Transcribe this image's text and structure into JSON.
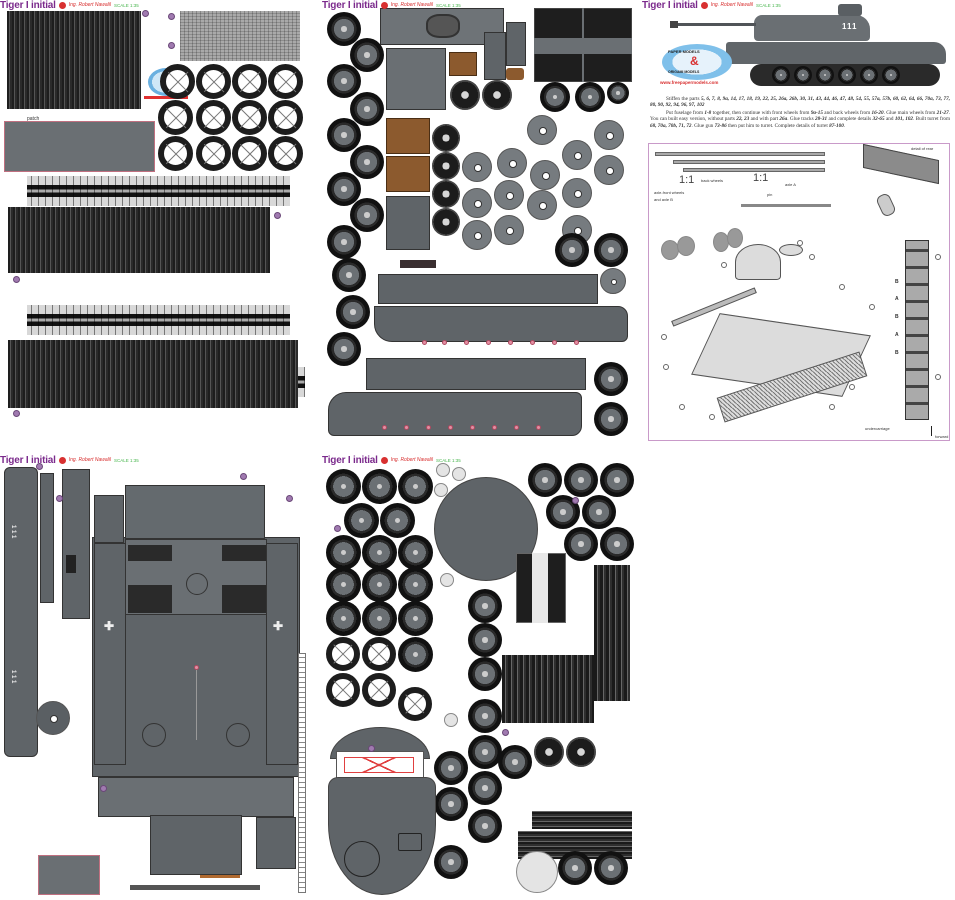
{
  "sheets": [
    {
      "id": "sheet-1",
      "title": "Tiger I initial",
      "author": "Ing. Robert Nawalil",
      "scale": "SCALE 1:35",
      "labels": {
        "patch": "patch"
      }
    },
    {
      "id": "sheet-2",
      "title": "Tiger I initial",
      "author": "Ing. Robert Nawalil",
      "scale": "SCALE 1:35"
    },
    {
      "id": "sheet-3",
      "title": "Tiger I initial",
      "author": "Ing. Robert Nawalil",
      "scale": "SCALE 1:35",
      "tank_number": "111",
      "logo_text": {
        "line1": "PAPER MODELS",
        "line2": "&",
        "line3": "ORIGAMI MODELS",
        "url": "www.freepapermodels.com"
      },
      "instructions": {
        "p1_prefix": "Stiffen the parts",
        "p1_parts": "5, 6, 7, 8, 9a, 14, 17, 18, 19, 22, 25, 26a, 26b, 30, 31, 43, 44, 46, 47, 48, 54, 55, 57a, 57b, 60, 62, 64, 66, 70a, 73, 77, 80, 90, 92, 94, 96, 97, 102",
        "p2": "Put fuselage from",
        "p2_a": "1-8",
        "p2_b": "together, then continue with front wheels from",
        "p2_c": "9a-15",
        "p2_d": "and back wheels from",
        "p2_e": "16-20",
        "p2_f": ". Glue main wheels from",
        "p2_g": "21-27",
        "p2_h": ". You can built easy version, without parts",
        "p2_i": "22, 23",
        "p2_j": "and with part",
        "p2_k": "26a",
        "p2_l": ". Glue tracks",
        "p2_m": "28-31",
        "p2_n": "and complete details",
        "p2_o": "32-65",
        "p2_p": "and",
        "p2_q": "101, 102",
        "p2_r": ". Built turret from",
        "p2_s": "68, 70a, 70b, 71, 72",
        "p2_t": ". Glue gun",
        "p2_u": "73-86",
        "p2_v": "then put him to turret. Complete details of turret",
        "p2_w": "87-100",
        "p2_x": "."
      },
      "diagram": {
        "ratio_left": "1:1",
        "ratio_right": "1:1",
        "label_back_wheels": "back wheels",
        "label_axle_a": "axle A",
        "label_axle_front": "axle-front wheels",
        "label_axle_b": "and axle B",
        "label_pin": "pin",
        "label_detail_rear": "detail of rear",
        "label_undercarriage": "undercarriage",
        "label_forward": "forward",
        "track_letters": [
          "B",
          "A",
          "B",
          "A",
          "B"
        ]
      }
    },
    {
      "id": "sheet-4",
      "title": "Tiger I initial",
      "author": "Ing. Robert Nawalil",
      "scale": "SCALE 1:35",
      "side_number": "111"
    },
    {
      "id": "sheet-5",
      "title": "Tiger I initial",
      "author": "Ing. Robert Nawalil",
      "scale": "SCALE 1:35"
    }
  ],
  "colors": {
    "panzer_grey": "#5f6468",
    "title_purple": "#7b2a8c",
    "author_red": "#d83030",
    "scale_green": "#49b64e",
    "diagram_border": "#c99ac9",
    "glue_badge": "#a07ab0",
    "patch_border": "#c07080"
  }
}
